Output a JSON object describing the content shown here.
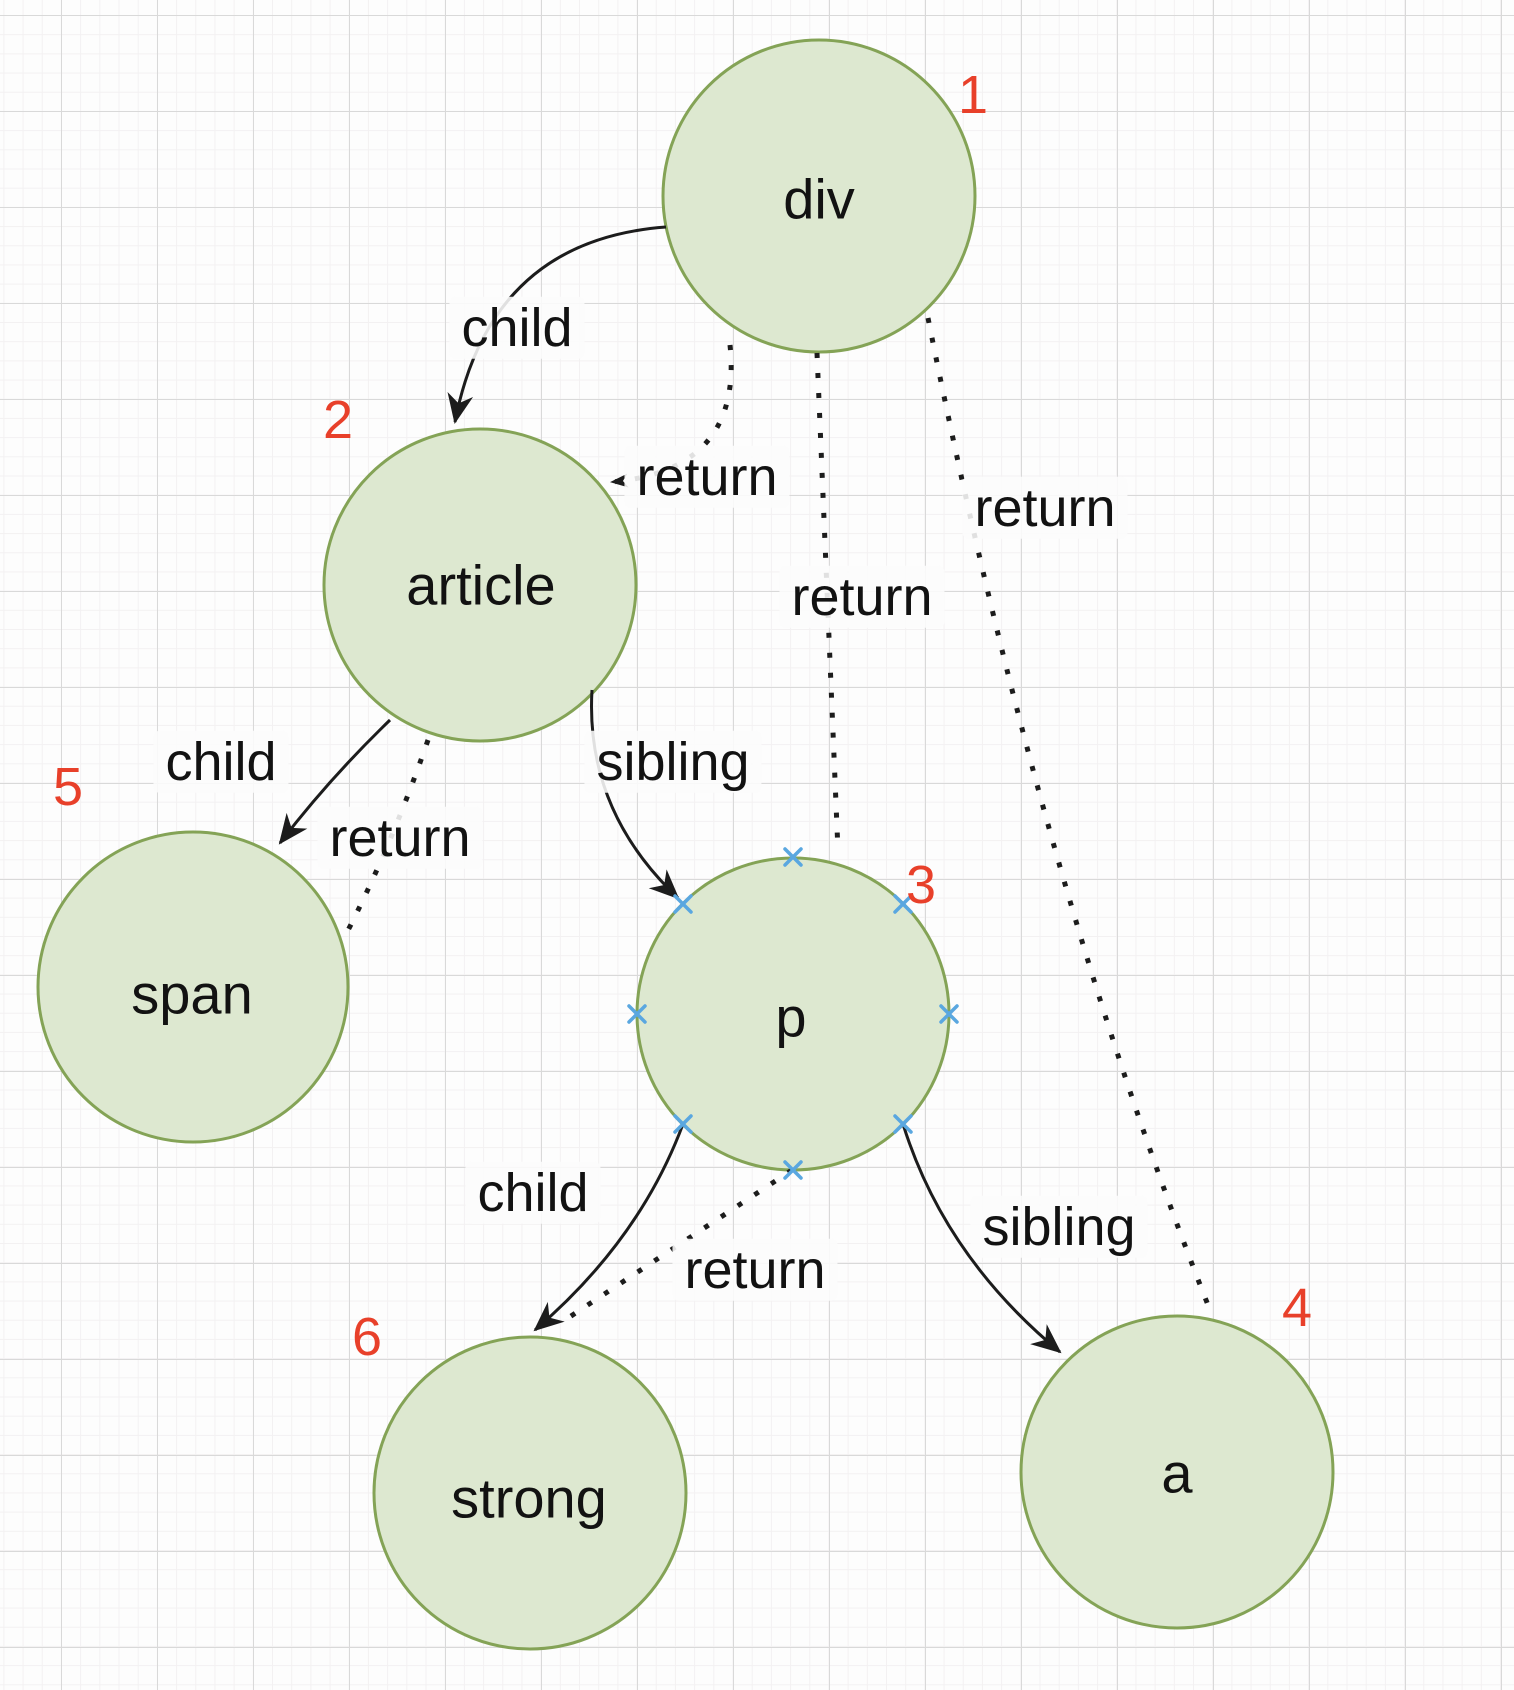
{
  "diagram": {
    "nodes": [
      {
        "id": "div",
        "label": "div",
        "order": "1"
      },
      {
        "id": "article",
        "label": "article",
        "order": "2"
      },
      {
        "id": "p",
        "label": "p",
        "order": "3"
      },
      {
        "id": "a",
        "label": "a",
        "order": "4"
      },
      {
        "id": "span",
        "label": "span",
        "order": "5"
      },
      {
        "id": "strong",
        "label": "strong",
        "order": "6"
      }
    ],
    "edges": [
      {
        "from": "div",
        "to": "article",
        "label": "child",
        "style": "solid"
      },
      {
        "from": "article",
        "to": "span",
        "label": "child",
        "style": "solid"
      },
      {
        "from": "article",
        "to": "p",
        "label": "sibling",
        "style": "solid"
      },
      {
        "from": "p",
        "to": "strong",
        "label": "child",
        "style": "solid"
      },
      {
        "from": "p",
        "to": "a",
        "label": "sibling",
        "style": "solid"
      },
      {
        "from": "article",
        "to": "div",
        "label": "return",
        "style": "dotted"
      },
      {
        "from": "p",
        "to": "div",
        "label": "return",
        "style": "dotted"
      },
      {
        "from": "a",
        "to": "div",
        "label": "return",
        "style": "dotted"
      },
      {
        "from": "span",
        "to": "article",
        "label": "return",
        "style": "dotted"
      },
      {
        "from": "strong",
        "to": "p",
        "label": "return",
        "style": "dotted"
      }
    ],
    "colors": {
      "node_fill": "#dde8d0",
      "node_stroke": "#84a356",
      "order_number": "#e8402a",
      "edge": "#1c1c1c",
      "connection_point": "#5aa7e0",
      "label_background": "#fcfcfc"
    }
  }
}
